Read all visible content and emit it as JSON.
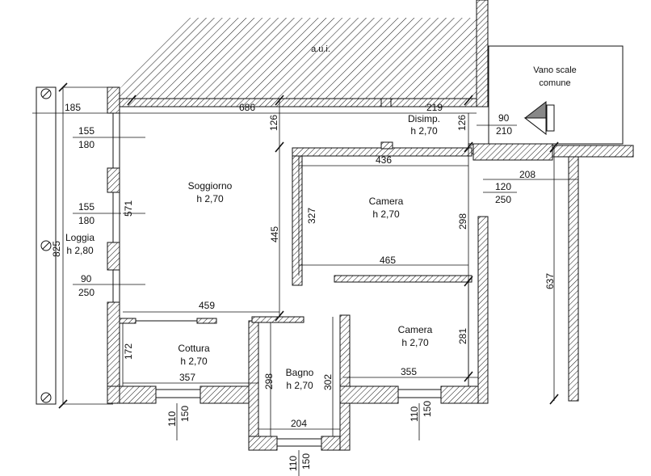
{
  "plan": {
    "rooms": {
      "aui": "a.u.i.",
      "vano_scale": [
        "Vano scale",
        "comune"
      ],
      "disimp": [
        "Disimp.",
        "h 2,70"
      ],
      "soggiorno": [
        "Soggiorno",
        "h 2,70"
      ],
      "camera1": [
        "Camera",
        "h 2,70"
      ],
      "camera2": [
        "Camera",
        "h 2,70"
      ],
      "loggia": [
        "Loggia",
        "h 2,80"
      ],
      "cottura": [
        "Cottura",
        "h 2,70"
      ],
      "bagno": [
        "Bagno",
        "h 2,70"
      ]
    },
    "dimensions": {
      "d185": "185",
      "d686": "686",
      "d219": "219",
      "d126a": "126",
      "d126b": "126",
      "d90_210": [
        "90",
        "210"
      ],
      "d155_180_a": [
        "155",
        "180"
      ],
      "d155_180_b": [
        "155",
        "180"
      ],
      "d90_250": [
        "90",
        "250"
      ],
      "d120_250": [
        "120",
        "250"
      ],
      "d571": "571",
      "d825": "825",
      "d436": "436",
      "d327": "327",
      "d298_cam": "298",
      "d465": "465",
      "d445": "445",
      "d208": "208",
      "d637": "637",
      "d459": "459",
      "d172": "172",
      "d357": "357",
      "d298_bagno": "298",
      "d302": "302",
      "d355": "355",
      "d281": "281",
      "d204": "204",
      "d110_150_a": [
        "110",
        "150"
      ],
      "d110_150_b": [
        "110",
        "150"
      ],
      "d110_150_c": [
        "110",
        "150"
      ]
    }
  }
}
